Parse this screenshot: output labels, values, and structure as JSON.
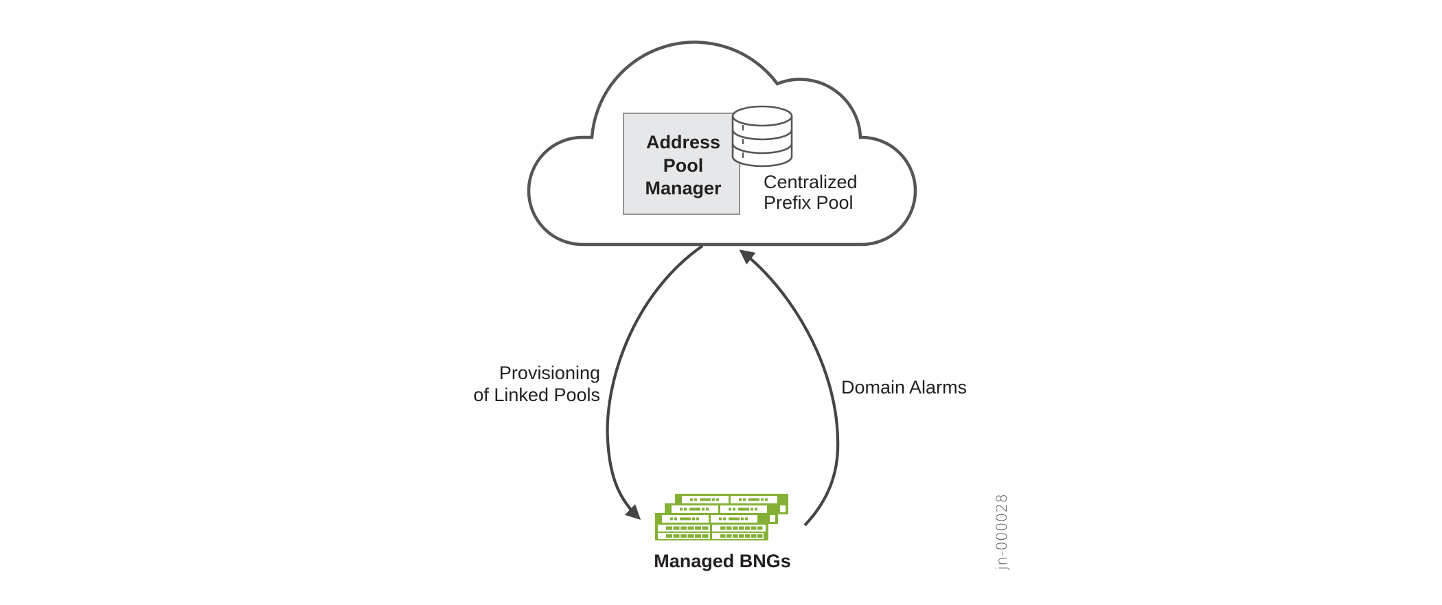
{
  "diagram": {
    "cloud": {
      "name": "Cloud",
      "manager_box": {
        "lines": [
          "Address",
          "Pool",
          "Manager"
        ]
      },
      "database": {
        "icon": "database-icon",
        "label_lines": [
          "Centralized",
          "Prefix Pool"
        ]
      }
    },
    "flows": [
      {
        "id": "provisioning",
        "direction": "cloud-to-bngs",
        "label_lines": [
          "Provisioning",
          "of Linked Pools"
        ]
      },
      {
        "id": "alarms",
        "direction": "bngs-to-cloud",
        "label_lines": [
          "Domain Alarms"
        ]
      }
    ],
    "bngs": {
      "icon": "router-stack-icon",
      "label": "Managed BNGs",
      "count_shown": 3
    },
    "figure_id": "jn-000028"
  },
  "colors": {
    "outline": "#555555",
    "text": "#231f20",
    "box_fill": "#e6e7e8",
    "box_border": "#7a7a7a",
    "device_green": "#84b135",
    "device_slot": "#ffffff"
  }
}
